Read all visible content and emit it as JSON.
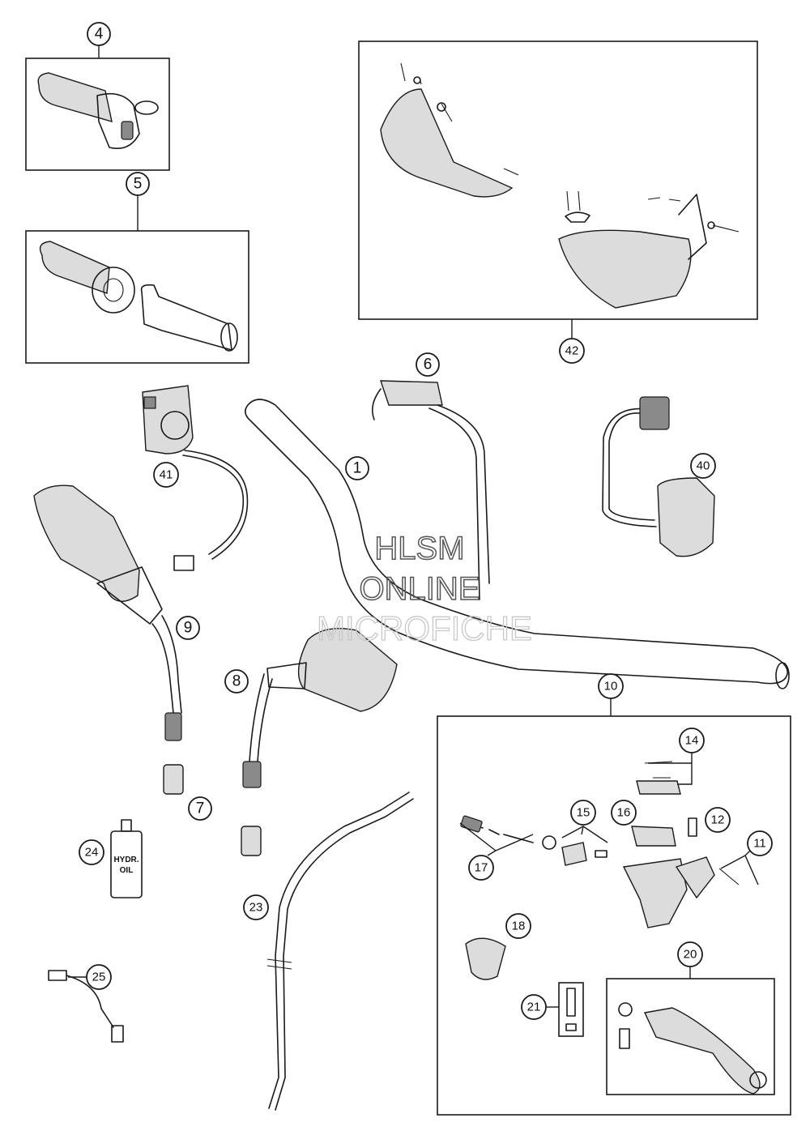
{
  "watermark": {
    "line1": "HLSM",
    "line2": "ONLINE",
    "line3": "MICROFICHE"
  },
  "bottle_label": {
    "line1": "HYDR.",
    "line2": "OIL"
  },
  "callouts": {
    "c1": "1",
    "c4": "4",
    "c5": "5",
    "c6": "6",
    "c7": "7",
    "c8": "8",
    "c9": "9",
    "c10": "10",
    "c11": "11",
    "c12": "12",
    "c14": "14",
    "c15": "15",
    "c16": "16",
    "c17": "17",
    "c18": "18",
    "c20": "20",
    "c21": "21",
    "c23": "23",
    "c24": "24",
    "c25": "25",
    "c40": "40",
    "c41": "41",
    "c42": "42"
  }
}
